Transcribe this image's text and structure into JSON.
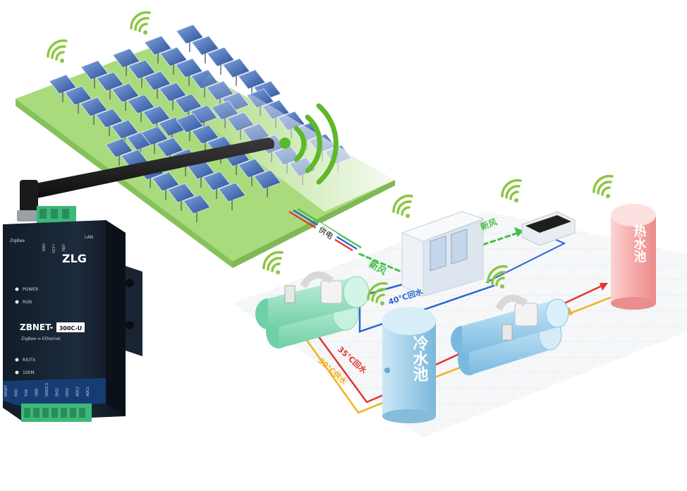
{
  "device": {
    "brand": "ZLG",
    "model_prefix": "ZBNET-",
    "model_suffix": "300C-U",
    "subtitle": "ZigBee ⇔ Ethernet",
    "led_power": "POWER",
    "led_run": "RUN",
    "led_rxtx": "RX/TX",
    "led_100m": "100M",
    "top_left_label": "ZigBee",
    "top_right_label": "LAN",
    "top_pins": [
      "GND",
      "+12V",
      "-28V"
    ],
    "bottom_pins": [
      "RESET",
      "RXD",
      "TXD",
      "GND",
      "VDD3.3",
      "DIO1",
      "DIO2",
      "ADC2",
      "ADC1"
    ]
  },
  "diagram": {
    "cable": "供电",
    "fresh_air_left": "新风",
    "fresh_air_right": "新风",
    "return_water_40": "40℃回水",
    "return_water_35": "35℃回水",
    "supply_water_30": "30℃供水",
    "cold_pool": "冷水池",
    "hot_pool": "热水池"
  },
  "colors": {
    "wifi": "#8cc63f",
    "wifi_strong": "#5fb82a",
    "device_body": "#1d2a3a",
    "device_accent": "#1a5aa8",
    "terminal": "#3cb878",
    "pipe_red": "#e8322f",
    "pipe_yellow": "#f2b21c",
    "pipe_blue": "#2a63d6",
    "pipe_green": "#46c046",
    "cold_tank": "#a9d6ec",
    "hot_tank": "#f6a9a9",
    "chiller_green": "#9be0c2",
    "chiller_blue": "#9fd2ee",
    "grass": "#a5d97a"
  }
}
